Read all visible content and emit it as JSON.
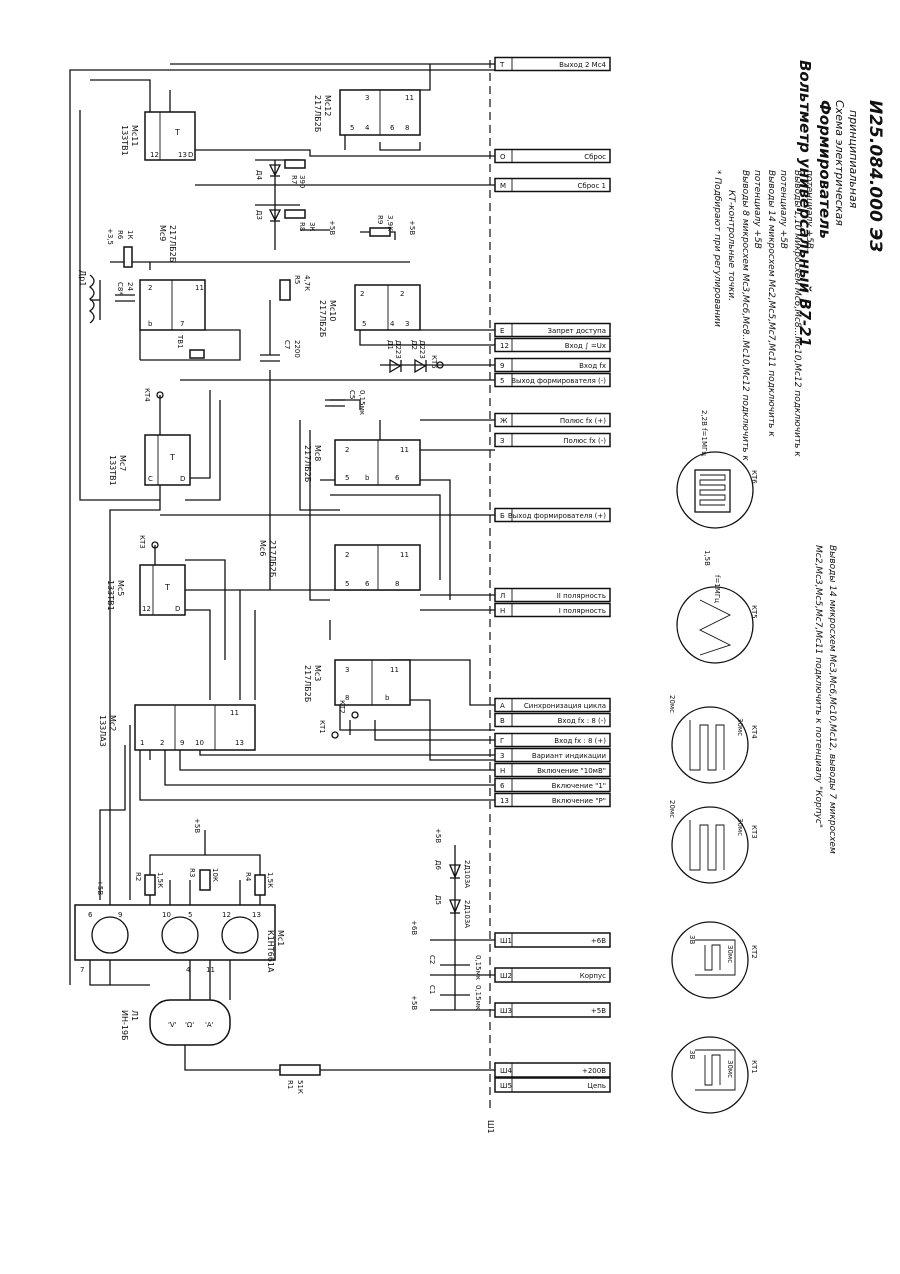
{
  "title_block": {
    "title": "Вольтметр универсальный В7-21",
    "subtitle": "Формирователь",
    "sheet_type_1": "Схема электрическая",
    "sheet_type_2": "принципиальная",
    "doc_code": "И25.084.000 ЭЗ"
  },
  "notes": {
    "n0": "* Подбирают при регулировании",
    "n1": "КТ-контрольные точки.",
    "n2": "Выводы 8 микросхем Мс3,Мс6,Мс8..Мс10,Мс12 подключить к",
    "n3": "потенциалу +5В",
    "n4": "Выводы 14 микросхем Мс2,Мс5,Мс7,Мс11 подключить к",
    "n5": "потенциалу +5В",
    "n6": "Выводы 1,10 микросхем Мс6,Мс8...Мс10,Мс12 подключить к",
    "n7": "потенциалу +5В.",
    "n8": "Выводы 14 микросхем Мс3,Мс6,Мс10,Мс12, выводы 7 микросхем",
    "n9": "Мс2,Мс3,Мс5,Мс7,Мс11 подключить к потенциалу \"Корпус\""
  },
  "connector": {
    "name": "Ш1",
    "rows": [
      {
        "pin": "Т",
        "label": "Выход 2 Мс4"
      },
      {
        "pin": "О",
        "label": "Сброс"
      },
      {
        "pin": "М",
        "label": "Сброс 1"
      },
      {
        "pin": "Е",
        "label": "Запрет доступа"
      },
      {
        "pin": "12",
        "label": "Вход ∫ =Uх"
      },
      {
        "pin": "9",
        "label": "Вход fx"
      },
      {
        "pin": "5",
        "label": "Выход формирователя (-)"
      },
      {
        "pin": "Ж",
        "label": "Полюс fx (+)"
      },
      {
        "pin": "З",
        "label": "Полюс fx (-)"
      },
      {
        "pin": "Б",
        "label": "Выход формирователя (+)"
      },
      {
        "pin": "Л",
        "label": "II полярность"
      },
      {
        "pin": "Н",
        "label": "I полярность"
      },
      {
        "pin": "А",
        "label": "Синхронизация цикла"
      },
      {
        "pin": "В",
        "label": "Вход fx : 8 (-)"
      },
      {
        "pin": "Г",
        "label": "Вход fx : 8 (+)"
      },
      {
        "pin": "3",
        "label": "Вариант индикации"
      },
      {
        "pin": "Н",
        "label": "Включение \"10мВ\""
      },
      {
        "pin": "6",
        "label": "Включение \"1\""
      },
      {
        "pin": "13",
        "label": "Включение \"Р\""
      }
    ],
    "rows_bottom": [
      {
        "pin": "Ш1",
        "label": "+6В"
      },
      {
        "pin": "Ш2",
        "label": "Корпус"
      },
      {
        "pin": "Ш3",
        "label": "+5В"
      },
      {
        "pin": "Ш4",
        "label": "+200В"
      },
      {
        "pin": "Ш5",
        "label": "Цепь"
      }
    ]
  },
  "chips": {
    "mc11": {
      "name": "Мс11",
      "type": "133ТВ1",
      "inner": "Т"
    },
    "mc12": {
      "name": "Мс12",
      "type": "217ЛБ2Б"
    },
    "mc9": {
      "name": "Мс9",
      "type": "217ЛБ2Б"
    },
    "mc10": {
      "name": "Мс10",
      "type": "217ЛБ2Б"
    },
    "mc7": {
      "name": "Мс7",
      "type": "133ТВ1",
      "inner": "Т"
    },
    "mc8": {
      "name": "Мс8",
      "type": "217ЛБ2Б"
    },
    "mc6": {
      "name": "Мс6",
      "type": "217ЛБ2Б"
    },
    "mc5": {
      "name": "Мс5",
      "type": "133ТВ1",
      "inner": "Т"
    },
    "mc3": {
      "name": "Мс3",
      "type": "217ЛБ2Б"
    },
    "mc2": {
      "name": "Мс2",
      "type": "133ЛА3"
    },
    "mc1": {
      "name": "Мс1",
      "type": "К1НТ661А"
    },
    "l1": {
      "name": "Л1",
      "type": "ИН-19Б"
    }
  },
  "components": {
    "dr1": "Др1",
    "c8": "С8*",
    "c8v": "24",
    "tr1": "ТВ1",
    "c7": "С7",
    "c7v": "2200",
    "c5": "С5",
    "c5v": "0,15мк",
    "r6": "R6",
    "r6v": "1К",
    "r5": "R5",
    "r5v": "4,7К",
    "r7": "R7",
    "r7v": "390",
    "r8": "R8",
    "r8v": "3К",
    "r9": "R9",
    "r9v": "3,9К",
    "r1": "R1",
    "r1v": "51К",
    "r2": "R2",
    "r2v": "1,5К",
    "r3": "R3",
    "r3v": "10К",
    "r4": "R4",
    "r4v": "1,5К",
    "d1": "Д1",
    "d1t": "Д223",
    "d2": "Д2",
    "d2t": "Д223",
    "d3": "Д3",
    "d4": "Д4",
    "d5": "Д5",
    "d6": "Д6",
    "d56t": "2Д103А",
    "c1": "С1",
    "c1v": "0,15мк",
    "c2": "С2",
    "c2v": "0,15мк",
    "p35": "+3,5",
    "p5": "+5В",
    "p6": "+6В"
  },
  "test_points": {
    "kt1": "КТ1",
    "kt2": "КТ2",
    "kt3": "КТ3",
    "kt4": "КТ4",
    "kt5": "КТ5",
    "kt6": "КТ6",
    "kt5_note": "f=1МГц",
    "kt5_amp": "1,5В",
    "kt6_note": "2,2В f=1МГц",
    "kt3_t1": "20мс",
    "kt3_t2": "30мс",
    "kt4_t1": "20мс",
    "kt4_t2": "30мс",
    "kt1_amp": "3В",
    "kt1_t": "30мс",
    "kt2_amp": "3В",
    "kt2_t": "30мс"
  }
}
